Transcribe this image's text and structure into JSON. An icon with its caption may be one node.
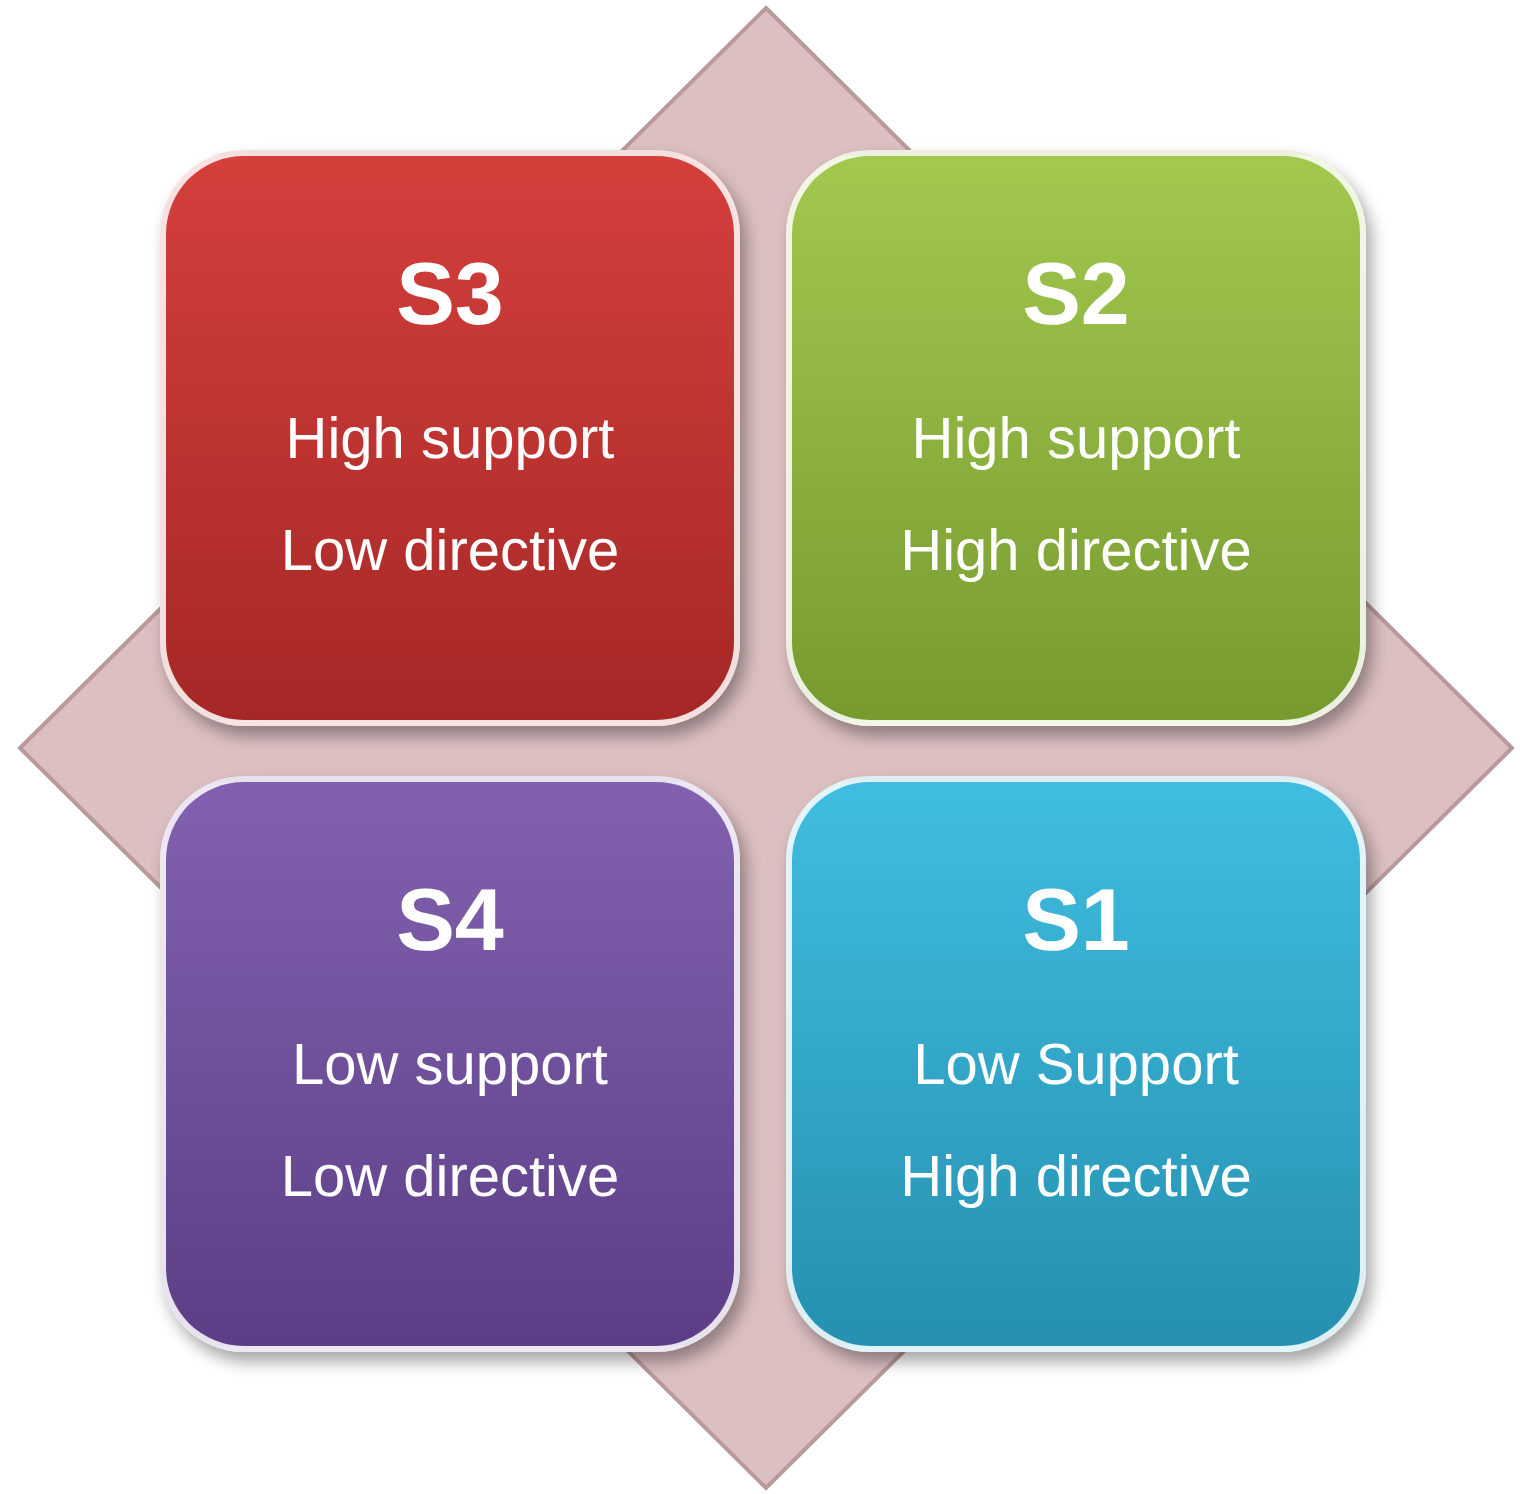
{
  "diagram": {
    "nodes": [
      {
        "text": [
          "S3",
          "High support",
          "Low directive"
        ]
      },
      {
        "text": [
          "S2",
          "High support",
          "High directive"
        ]
      },
      {
        "text": [
          "S4",
          "Low support",
          "Low directive"
        ]
      },
      {
        "text": [
          "S1",
          "Low Support",
          "High directive"
        ]
      }
    ]
  }
}
